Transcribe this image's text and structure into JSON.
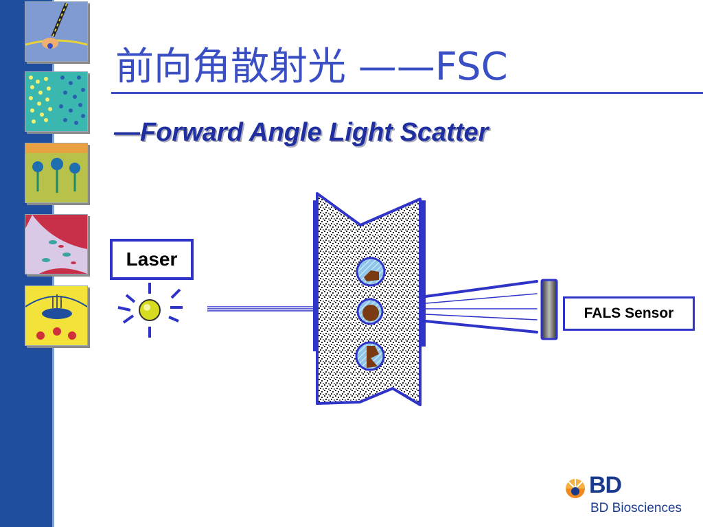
{
  "slide": {
    "title": "前向角散射光 ——FSC",
    "subtitle": "—Forward Angle Light Scatter"
  },
  "diagram": {
    "laser_label": "Laser",
    "sensor_label": "FALS Sensor"
  },
  "logo": {
    "brand": "BD",
    "name": "BD Biosciences"
  },
  "colors": {
    "sidebar": "#1f4e9f",
    "title": "#3b4fc4",
    "outline": "#2f33c8",
    "particle": "#7a3a12"
  }
}
